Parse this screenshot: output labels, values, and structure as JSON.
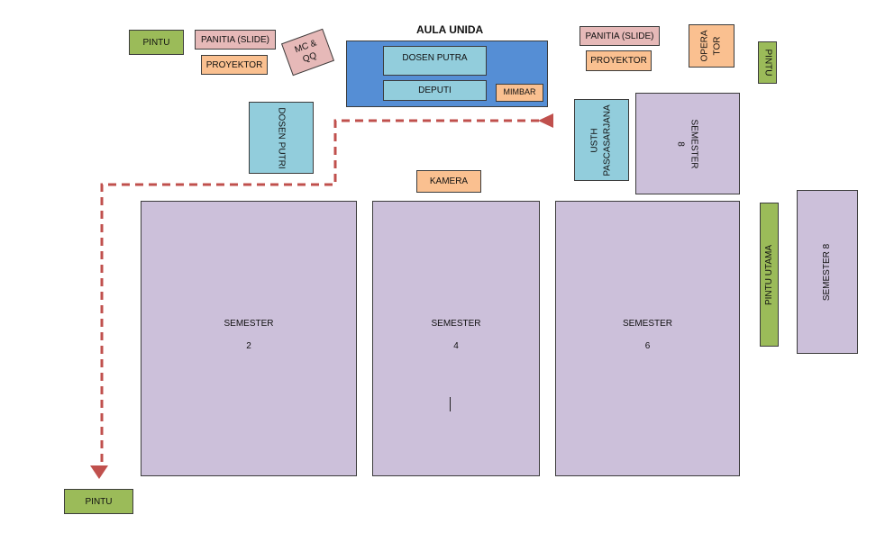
{
  "title": "AULA UNIDA",
  "doors": {
    "top_left": "PINTU",
    "top_right": "PINTU",
    "main": "PINTU UTAMA",
    "bottom_left": "PINTU"
  },
  "committee": {
    "left": "PANITIA (SLIDE)",
    "right": "PANITIA (SLIDE)"
  },
  "projectors": {
    "left": "PROYEKTOR",
    "right": "PROYEKTOR"
  },
  "mc": "MC &\nQQ",
  "operator": "OPERA\nTOR",
  "stage": {
    "dosen_putra": "DOSEN PUTRA",
    "deputi": "DEPUTI",
    "mimbar": "MIMBAR"
  },
  "dosen_putri": "DOSEN PUTRI",
  "usth": "USTH\nPASCASARJANA",
  "camera": "KAMERA",
  "semesters": {
    "s2": {
      "name": "SEMESTER",
      "num": "2"
    },
    "s4": {
      "name": "SEMESTER",
      "num": "4"
    },
    "s6": {
      "name": "SEMESTER",
      "num": "6"
    },
    "s8_top": "SEMESTER\n8",
    "s8_side": "SEMESTER 8"
  },
  "colors": {
    "door": "#9bbb59",
    "committee": "#e6b9b8",
    "equipment": "#fac090",
    "faculty": "#92cddc",
    "students": "#ccc0da",
    "stage": "#558ed5",
    "route": "#c0504d"
  }
}
